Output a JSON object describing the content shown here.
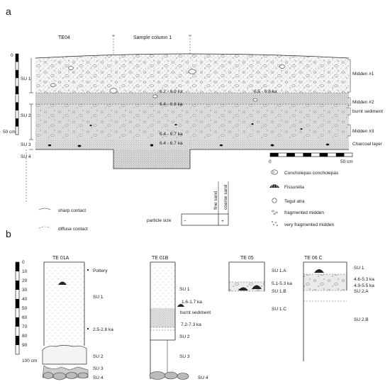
{
  "panel_a": {
    "label": "a",
    "te04_label": "TE04",
    "sample_column_label": "Sample column 1",
    "units": [
      "SU 1",
      "SU 2",
      "SU 3",
      "SU 4"
    ],
    "scale_top": "0",
    "scale_bottom": "50 cm",
    "horizontal_scale": {
      "start": "0",
      "end": "50 cm"
    },
    "dates": [
      "6.2 - 6.9 ka",
      "6.4 - 6.6 ka",
      "6.5 - 6.8 ka",
      "6.4 - 6.7 ka",
      "6.4 - 6.7 ka"
    ],
    "right_labels": [
      "Midden #1",
      "Midden #2",
      "burnt sediment",
      "Midden #3",
      "Charcoal layer"
    ]
  },
  "legend": {
    "species": [
      "Concholepas concholepas",
      "Fissurella",
      "Tegul atra",
      "fragmented midden",
      "very fragmented midden"
    ],
    "sharp_contact": "sharp contact",
    "diffuse_contact": "diffuse contact",
    "particle_size": "particle size",
    "minus": "−",
    "plus": "+",
    "fine_sand": "fine sand",
    "coarse_sand": "coarse sand"
  },
  "panel_b": {
    "label": "b",
    "depth_ticks": [
      "0",
      "10",
      "20",
      "30",
      "40",
      "50",
      "60",
      "70",
      "80",
      "90",
      "100 cm"
    ],
    "columns": [
      {
        "name": "TE 01A",
        "labels": [
          "Pottery",
          "SU 1",
          "2.5-2.8 ka",
          "SU 2",
          "SU 3",
          "SU 4"
        ]
      },
      {
        "name": "TE 01B",
        "labels": [
          "SU 1",
          "1.6-1.7 ka",
          "burnt sediment",
          "7.2-7.3 ka",
          "SU 2",
          "SU 3",
          "SU 4"
        ]
      },
      {
        "name": "TE 05",
        "labels": [
          "SU 1.A",
          "5.1-5.3 ka",
          "SU 1.B",
          "SU 1.C"
        ]
      },
      {
        "name": "TE 06 C",
        "labels": [
          "SU 1",
          "4.6-5.3 ka",
          "4.9-5.5 ka",
          "SU 2.A",
          "SU 2.B"
        ]
      }
    ]
  }
}
